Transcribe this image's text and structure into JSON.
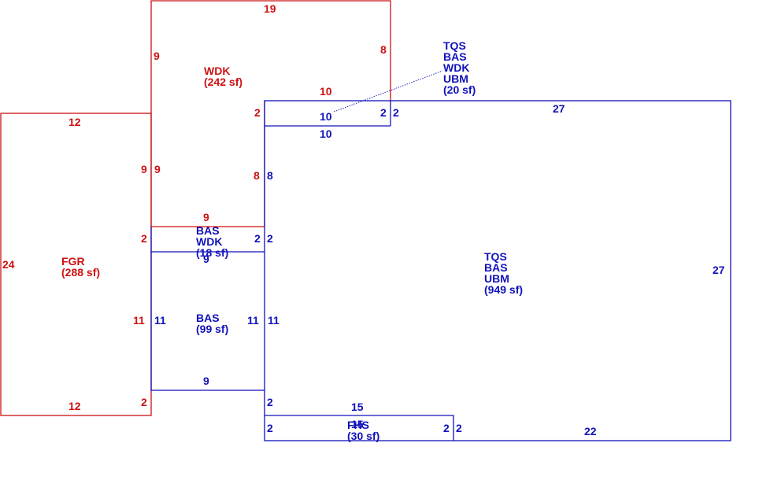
{
  "colors": {
    "garage_outline": "#cc1111",
    "house_outline": "#1111bb"
  },
  "areas": [
    {
      "id": "wdk",
      "lines": [
        "WDK",
        "(242 sf)"
      ],
      "color": "red"
    },
    {
      "id": "fgr",
      "lines": [
        "FGR",
        "(288 sf)"
      ],
      "color": "red"
    },
    {
      "id": "bas-wdk-small",
      "lines": [
        "BAS",
        "WDK",
        "(18 sf)"
      ],
      "color": "blue"
    },
    {
      "id": "bas-small",
      "lines": [
        "BAS",
        "(99 sf)"
      ],
      "color": "blue"
    },
    {
      "id": "tqs-main",
      "lines": [
        "TQS",
        "BAS",
        "UBM",
        "(949 sf)"
      ],
      "color": "blue"
    },
    {
      "id": "tqs-callout",
      "lines": [
        "TQS",
        "BAS",
        "WDK",
        "UBM",
        "(20 sf)"
      ],
      "color": "blue"
    },
    {
      "id": "fhs",
      "lines": [
        "FHS",
        "(30 sf)"
      ],
      "color": "blue"
    }
  ],
  "dimensions": [
    {
      "text": "19",
      "color": "red"
    },
    {
      "text": "9",
      "color": "red"
    },
    {
      "text": "8",
      "color": "red"
    },
    {
      "text": "10",
      "color": "red"
    },
    {
      "text": "2",
      "color": "red"
    },
    {
      "text": "12",
      "color": "red"
    },
    {
      "text": "9",
      "color": "red"
    },
    {
      "text": "9",
      "color": "blue"
    },
    {
      "text": "8",
      "color": "red"
    },
    {
      "text": "8",
      "color": "blue"
    },
    {
      "text": "9",
      "color": "red"
    },
    {
      "text": "2",
      "color": "red"
    },
    {
      "text": "2",
      "color": "blue"
    },
    {
      "text": "2",
      "color": "blue"
    },
    {
      "text": "9",
      "color": "blue"
    },
    {
      "text": "24",
      "color": "red"
    },
    {
      "text": "11",
      "color": "red"
    },
    {
      "text": "11",
      "color": "blue"
    },
    {
      "text": "11",
      "color": "blue"
    },
    {
      "text": "11",
      "color": "blue"
    },
    {
      "text": "9",
      "color": "blue"
    },
    {
      "text": "12",
      "color": "red"
    },
    {
      "text": "2",
      "color": "red"
    },
    {
      "text": "10",
      "color": "blue"
    },
    {
      "text": "2",
      "color": "blue"
    },
    {
      "text": "2",
      "color": "blue"
    },
    {
      "text": "10",
      "color": "blue"
    },
    {
      "text": "27",
      "color": "blue"
    },
    {
      "text": "27",
      "color": "blue"
    },
    {
      "text": "2",
      "color": "blue"
    },
    {
      "text": "15",
      "color": "blue"
    },
    {
      "text": "15",
      "color": "blue"
    },
    {
      "text": "2",
      "color": "blue"
    },
    {
      "text": "2",
      "color": "blue"
    },
    {
      "text": "2",
      "color": "blue"
    },
    {
      "text": "22",
      "color": "blue"
    }
  ]
}
